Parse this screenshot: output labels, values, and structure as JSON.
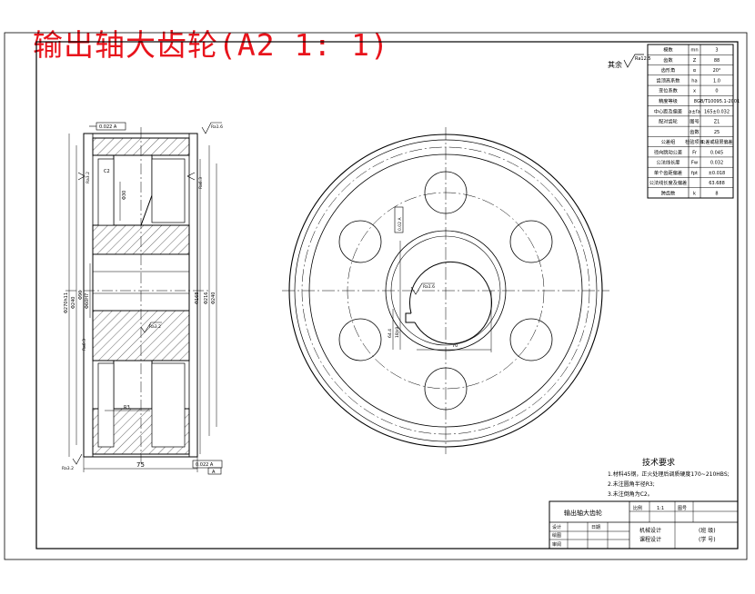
{
  "drawing": {
    "title": "输出轴大齿轮(A2 1: 1)",
    "roughness_other": "其余",
    "roughness_main": "Ra12.5"
  },
  "gear_table": {
    "rows": [
      {
        "label": "模数",
        "symbol": "mn",
        "value": "3"
      },
      {
        "label": "齿数",
        "symbol": "Z",
        "value": "88"
      },
      {
        "label": "齿形角",
        "symbol": "α",
        "value": "20°"
      },
      {
        "label": "齿顶高系数",
        "symbol": "ha",
        "value": "1.0"
      },
      {
        "label": "变位系数",
        "symbol": "x",
        "value": "0"
      },
      {
        "label": "精度等级",
        "symbol": "",
        "value": "8GB/T10095.1-2001"
      },
      {
        "label": "中心距及偏差",
        "symbol": "a±fa",
        "value": "165±0.032"
      },
      {
        "label": "配对齿轮",
        "symbol": "图号",
        "value": "Z1"
      },
      {
        "label": "",
        "symbol": "齿数",
        "value": "25"
      },
      {
        "label": "公差组",
        "symbol": "检验项目",
        "value": "公差或极限偏差"
      },
      {
        "label": "径向跳动公差",
        "symbol": "Fr",
        "value": "0.045"
      },
      {
        "label": "公法线长度",
        "symbol": "Fw",
        "value": "0.032"
      },
      {
        "label": "单个齿距偏差",
        "symbol": "fpt",
        "value": "±0.018"
      },
      {
        "label": "公法线长度及偏差",
        "symbol": "",
        "value": "63.688"
      },
      {
        "label": "跨齿数",
        "symbol": "k",
        "value": "8"
      }
    ]
  },
  "tech_requirements": {
    "heading": "技术要求",
    "items": [
      "1.材料45钢，正火处理后调质硬度170~210HBS;",
      "2.未注圆角半径R3;",
      "3.未注倒角为C2。"
    ]
  },
  "title_block": {
    "part_name": "输出轴大齿轮",
    "ratio_label": "比例",
    "ratio_value": "1:1",
    "drawing_no_label": "图号",
    "row_labels": [
      "设计",
      "绘图",
      "审阅"
    ],
    "date_label": "日期",
    "course_1": "机械设计",
    "course_2": "课程设计",
    "class_label": "(班 级)",
    "student_label": "(学 号)"
  },
  "section_view": {
    "width_label": "75",
    "fillet_label": "R3",
    "tolerance_top": "0.022 A",
    "tolerance_bottom": "0.022 A",
    "datum": "A",
    "ra_a": "Ra1.6",
    "ra_b": "Ra3.2",
    "ra_c": "Ra6.3",
    "ra_d": "Ra3.2",
    "ra_e": "Ra3.2",
    "ra_f": "Ra6.3",
    "dia_outer": "Φ270h11",
    "dia_rim": "Φ240",
    "dia_bore": "Φ60H7",
    "dia_hub": "Φ96",
    "dia_holes": "Φ168",
    "dia_inner": "Φ216",
    "chamfer": "C2",
    "hole_width": "Φ30"
  },
  "front_view": {
    "keyway_width": "18Js9",
    "keyway_depth": "64.4",
    "keyway_tol": "0.02 A",
    "bore_ra": "Ra1.6",
    "hub_dim": "70",
    "circle_dim": "Φ168"
  }
}
